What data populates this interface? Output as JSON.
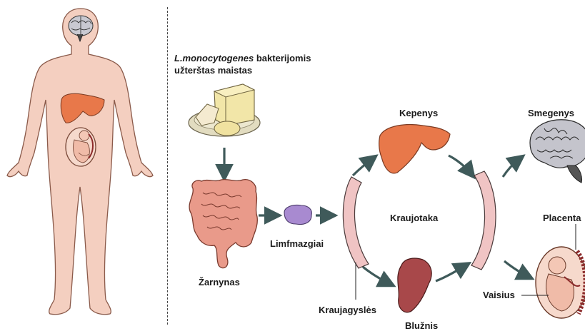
{
  "source": {
    "species": "L.monocytogenes",
    "line1_rest": " bakterijomis",
    "line2": "užterštas maistas"
  },
  "labels": {
    "intestine": "Žarnynas",
    "lymph_nodes": "Limfmazgiai",
    "liver": "Kepenys",
    "bloodstream": "Kraujotaka",
    "blood_vessels": "Kraujagyslės",
    "spleen": "Blužnis",
    "brain": "Smegenys",
    "placenta": "Placenta",
    "fetus": "Vaisius"
  },
  "colors": {
    "skin": "#f4cfc0",
    "skin_outline": "#8a5a4a",
    "liver": "#e8784a",
    "intestine": "#e99a8a",
    "lymph": "#a88ad0",
    "spleen": "#a8484a",
    "brain": "#c4c4cc",
    "vessel": "#f0c4c4",
    "arrow": "#3f5a5a",
    "cheese": "#f2e6a8",
    "plate": "#e2dcc0"
  }
}
